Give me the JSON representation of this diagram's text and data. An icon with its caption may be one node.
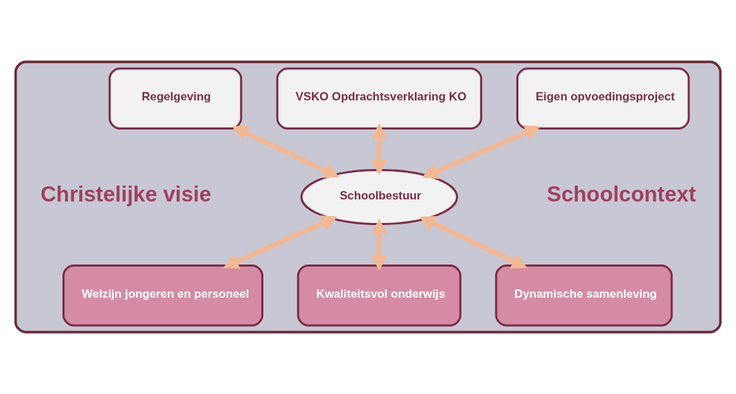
{
  "diagram": {
    "nodes": [
      {
        "text": [
          "Christelijke visie",
          "Schoolcontext"
        ]
      },
      {
        "text": [
          "Regelgeving"
        ],
        "in": 0
      },
      {
        "text": [
          "VSKO Opdrachtsverklaring KO"
        ],
        "in": 0
      },
      {
        "text": [
          "Eigen opvoedingsproject"
        ],
        "in": 0
      },
      {
        "text": [
          "Schoolbestuur"
        ],
        "in": 0
      },
      {
        "text": [
          "Welzijn jongeren en personeel"
        ],
        "in": 0
      },
      {
        "text": [
          "Kwaliteitsvol onderwijs"
        ],
        "in": 0
      },
      {
        "text": [
          "Dynamische samenleving"
        ],
        "in": 0
      }
    ],
    "edges": [
      {
        "from": 1,
        "to": 4,
        "arrow": "both"
      },
      {
        "from": 2,
        "to": 4,
        "arrow": "both"
      },
      {
        "from": 3,
        "to": 4,
        "arrow": "both"
      },
      {
        "from": 4,
        "to": 5,
        "arrow": "both"
      },
      {
        "from": 4,
        "to": 6,
        "arrow": "both"
      },
      {
        "from": 4,
        "to": 7,
        "arrow": "both"
      }
    ]
  }
}
